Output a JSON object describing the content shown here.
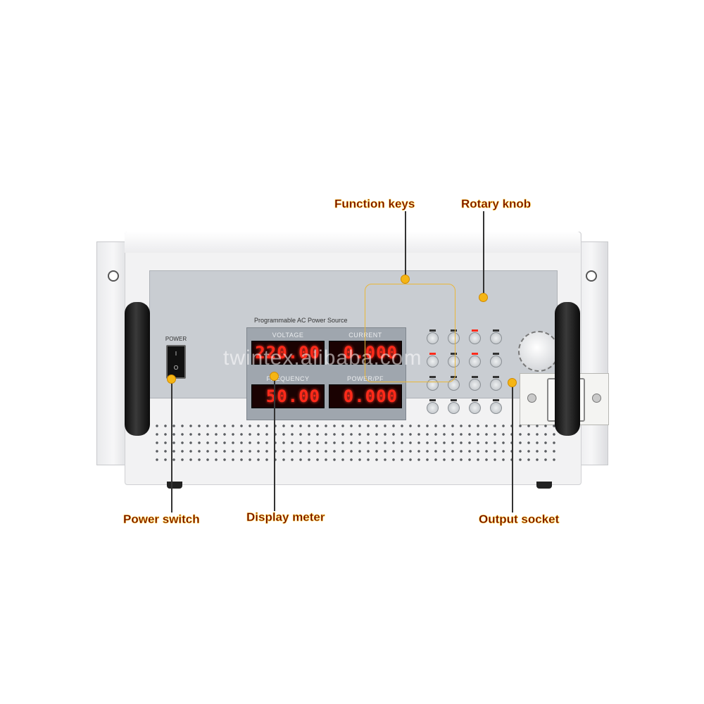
{
  "callouts": {
    "function_keys": "Function keys",
    "rotary_knob": "Rotary knob",
    "power_switch": "Power switch",
    "display_meter": "Display meter",
    "output_socket": "Output socket"
  },
  "panel": {
    "model_label": "Programmable AC Power Source",
    "power_label": "POWER",
    "switch_on": "I",
    "switch_off": "O"
  },
  "readouts": [
    {
      "caption": "VOLTAGE",
      "value": "220.00"
    },
    {
      "caption": "CURRENT",
      "value": "0.000"
    },
    {
      "caption": "FREQUENCY",
      "value": "50.00"
    },
    {
      "caption": "POWER/PF",
      "value": "0.000"
    }
  ],
  "watermark": "twintex.alibaba.com",
  "colors": {
    "callout_text": "#6b0000",
    "callout_outline": "#ffcc33",
    "marker_dot": "#f5b514",
    "led_red": "#ff2a1a"
  }
}
